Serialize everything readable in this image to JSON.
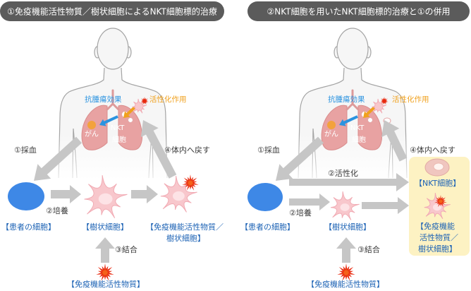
{
  "left_panel": {
    "title": "①免疫機能活性物質／樹状細胞によるNKT細胞標的治療",
    "antitumor_label": "抗腫瘍効果",
    "activation_label": "活性化作用",
    "cancer_label": "がん",
    "nkt_label_line1": "NKT",
    "nkt_label_line2": "細胞",
    "step1": "①採血",
    "step2": "②培養",
    "step3": "③結合",
    "step4": "④体内へ戻す",
    "patient_cells": "【患者の細胞】",
    "dendritic_cells": "【樹状細胞】",
    "loaded_cells_line1": "【免疫機能活性物質／",
    "loaded_cells_line2": "樹状細胞】",
    "immune_activator": "【免疫機能活性物質】"
  },
  "right_panel": {
    "title": "②NKT細胞を用いたNKT細胞標的治療と①の併用",
    "antitumor_label": "抗腫瘍効果",
    "activation_label": "活性化作用",
    "cancer_label": "がん",
    "nkt_label_line1": "NKT",
    "nkt_label_line2": "細胞",
    "step1": "①採血",
    "step2_activation": "②活性化",
    "step2_culture": "②培養",
    "step3": "③結合",
    "step4": "④体内へ戻す",
    "patient_cells": "【患者の細胞】",
    "dendritic_cells": "【樹状細胞】",
    "nkt_cells": "【NKT細胞】",
    "loaded_cells_line1": "【免疫機能",
    "loaded_cells_line2": "活性物質／",
    "loaded_cells_line3": "樹状細胞】",
    "immune_activator": "【免疫機能活性物質】"
  },
  "colors": {
    "header_bg": "#5b5b5b",
    "header_text": "#ffffff",
    "antitumor": "#2a93e0",
    "activation": "#f0a11e",
    "label_blue": "#1d63b5",
    "step_text": "#3a3a3a",
    "arrow_gray": "#c6c6c6",
    "patient_cell": "#3e88e6",
    "lung": "#e8a2a2",
    "dendritic_cell": "#f8c7cc",
    "burst": "#e8280e",
    "cancer": "#f3a23c",
    "highlight_box": "#fdf2c3"
  }
}
